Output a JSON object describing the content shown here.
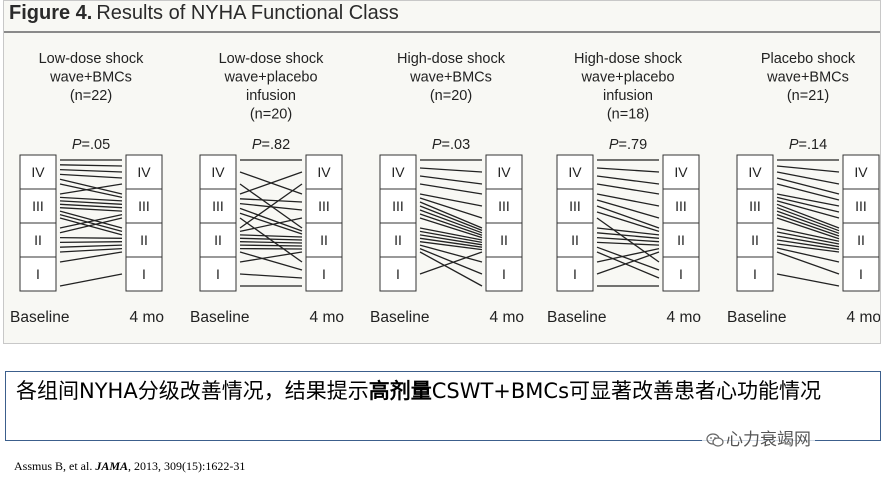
{
  "figure": {
    "label": "Figure 4.",
    "title": "Results of NYHA Functional Class",
    "classes": [
      "IV",
      "III",
      "II",
      "I"
    ],
    "baseline_label": "Baseline",
    "followup_label": "4 mo",
    "p_prefix": "P",
    "groups": [
      {
        "name_lines": [
          "Low-dose shock",
          "wave+BMCs",
          "(n=22)"
        ],
        "p_value": "=.05",
        "transitions": [
          [
            3,
            3
          ],
          [
            3,
            3
          ],
          [
            3,
            3
          ],
          [
            3,
            3
          ],
          [
            3,
            2
          ],
          [
            3,
            2
          ],
          [
            2,
            3
          ],
          [
            2,
            2
          ],
          [
            2,
            2
          ],
          [
            2,
            2
          ],
          [
            2,
            2
          ],
          [
            2,
            1
          ],
          [
            2,
            1
          ],
          [
            2,
            1
          ],
          [
            1,
            2
          ],
          [
            1,
            2
          ],
          [
            1,
            1
          ],
          [
            1,
            1
          ],
          [
            1,
            1
          ],
          [
            1,
            1
          ],
          [
            0,
            1
          ],
          [
            0,
            0
          ]
        ]
      },
      {
        "name_lines": [
          "Low-dose shock",
          "wave+placebo",
          "infusion",
          "(n=20)"
        ],
        "p_value": "=.82",
        "transitions": [
          [
            3,
            3
          ],
          [
            3,
            2
          ],
          [
            3,
            1
          ],
          [
            2,
            3
          ],
          [
            2,
            2
          ],
          [
            2,
            2
          ],
          [
            2,
            1
          ],
          [
            2,
            1
          ],
          [
            2,
            0
          ],
          [
            1,
            3
          ],
          [
            1,
            2
          ],
          [
            1,
            1
          ],
          [
            1,
            1
          ],
          [
            1,
            1
          ],
          [
            1,
            1
          ],
          [
            1,
            1
          ],
          [
            1,
            0
          ],
          [
            0,
            1
          ],
          [
            0,
            0
          ],
          [
            0,
            0
          ]
        ]
      },
      {
        "name_lines": [
          "High-dose shock",
          "wave+BMCs",
          "(n=20)"
        ],
        "p_value": "=.03",
        "transitions": [
          [
            3,
            3
          ],
          [
            3,
            3
          ],
          [
            3,
            3
          ],
          [
            3,
            2
          ],
          [
            2,
            2
          ],
          [
            2,
            2
          ],
          [
            2,
            1
          ],
          [
            2,
            1
          ],
          [
            2,
            1
          ],
          [
            2,
            1
          ],
          [
            2,
            1
          ],
          [
            1,
            1
          ],
          [
            1,
            1
          ],
          [
            1,
            1
          ],
          [
            1,
            1
          ],
          [
            1,
            1
          ],
          [
            1,
            0
          ],
          [
            1,
            0
          ],
          [
            1,
            0
          ],
          [
            0,
            1
          ]
        ]
      },
      {
        "name_lines": [
          "High-dose shock",
          "wave+placebo",
          "infusion",
          "(n=18)"
        ],
        "p_value": "=.79",
        "transitions": [
          [
            3,
            3
          ],
          [
            3,
            3
          ],
          [
            3,
            3
          ],
          [
            3,
            2
          ],
          [
            2,
            2
          ],
          [
            2,
            2
          ],
          [
            2,
            1
          ],
          [
            2,
            1
          ],
          [
            2,
            0
          ],
          [
            1,
            1
          ],
          [
            1,
            1
          ],
          [
            1,
            1
          ],
          [
            1,
            1
          ],
          [
            1,
            0
          ],
          [
            1,
            0
          ],
          [
            0,
            1
          ],
          [
            0,
            1
          ],
          [
            0,
            0
          ]
        ]
      },
      {
        "name_lines": [
          "Placebo shock",
          "wave+BMCs",
          "(n=21)"
        ],
        "p_value": "=.14",
        "transitions": [
          [
            3,
            3
          ],
          [
            3,
            3
          ],
          [
            3,
            3
          ],
          [
            3,
            2
          ],
          [
            3,
            2
          ],
          [
            2,
            2
          ],
          [
            2,
            2
          ],
          [
            2,
            2
          ],
          [
            2,
            1
          ],
          [
            2,
            1
          ],
          [
            2,
            1
          ],
          [
            2,
            1
          ],
          [
            2,
            1
          ],
          [
            1,
            1
          ],
          [
            1,
            1
          ],
          [
            1,
            1
          ],
          [
            1,
            1
          ],
          [
            1,
            1
          ],
          [
            1,
            0
          ],
          [
            1,
            0
          ],
          [
            0,
            0
          ]
        ]
      }
    ]
  },
  "caption": {
    "text_before": "各组间NYHA分级改善情况，结果提示",
    "text_bold": "高剂量",
    "text_after": "CSWT+BMCs可显著改善患者心功能情况"
  },
  "watermark": {
    "text": "心力衰竭网",
    "icon": "wechat-icon"
  },
  "citation": {
    "authors": "Assmus B, et al.",
    "journal": "JAMA",
    "details": ", 2013, 309(15):1622-31"
  },
  "colors": {
    "caption_border": "#3c5f8c",
    "panel_bg": "#f8f8f4",
    "line": "#222222"
  }
}
